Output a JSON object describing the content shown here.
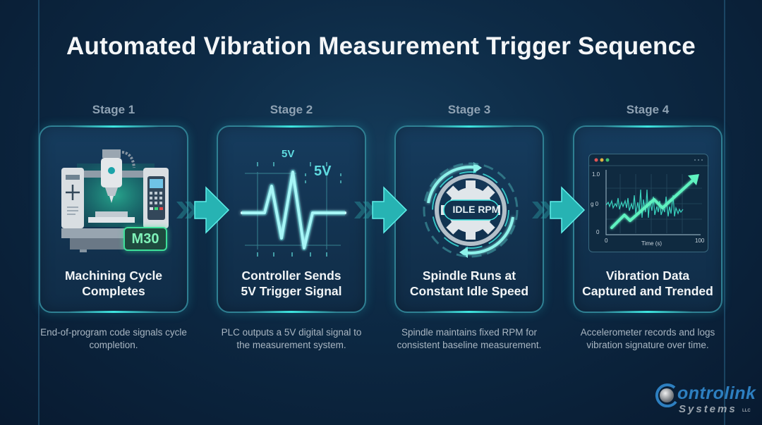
{
  "title": "Automated Vibration Measurement Trigger Sequence",
  "colors": {
    "background": "#0d2a45",
    "card_fill": "#143658",
    "card_border": "#2f7f92",
    "accent_cyan": "#3ee6e0",
    "accent_green": "#3de0a0",
    "stage_label": "#8fa2b3",
    "description": "#a9b6c2"
  },
  "stages": [
    {
      "label": "Stage 1",
      "title_line1": "Machining Cycle",
      "title_line2": "Completes",
      "icon": "cnc-machine-icon",
      "badge": "M30",
      "description": "End-of-program code signals cycle completion."
    },
    {
      "label": "Stage 2",
      "title_line1": "Controller Sends",
      "title_line2": "5V Trigger Signal",
      "icon": "signal-pulse-icon",
      "voltage_label_top": "5V",
      "voltage_label_side": "5V",
      "description": "PLC outputs a 5V digital signal to the measurement system."
    },
    {
      "label": "Stage 3",
      "title_line1": "Spindle Runs at",
      "title_line2": "Constant Idle Speed",
      "icon": "rotating-gear-icon",
      "gear_label": "IDLE RPM",
      "description": "Spindle maintains fixed RPM for consistent baseline measurement."
    },
    {
      "label": "Stage 4",
      "title_line1": "Vibration Data",
      "title_line2": "Captured and Trended",
      "icon": "vibration-chart-icon",
      "chart": {
        "y_top": "1.0",
        "y_mid": "g 0",
        "y_bottom": "0",
        "x_start": "0",
        "x_end": "100",
        "x_label": "Time (s)"
      },
      "description": "Accelerometer records and logs vibration signature over time."
    }
  ],
  "arrows": [
    "next-arrow-icon",
    "next-arrow-icon",
    "next-arrow-icon"
  ],
  "logo": {
    "main": "ontrolink",
    "sub": "Systems",
    "suffix": "LLC"
  }
}
